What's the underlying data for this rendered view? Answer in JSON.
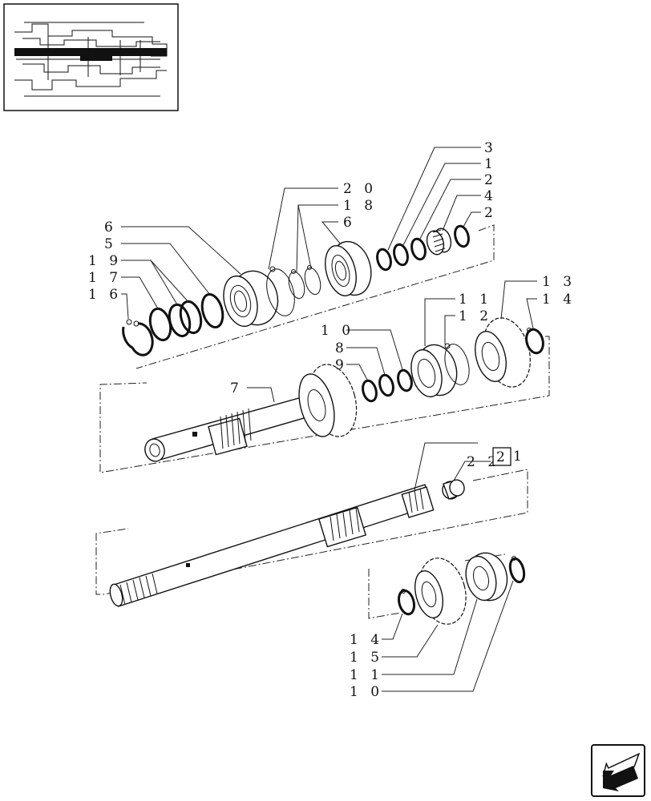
{
  "callouts": {
    "c3": "3",
    "c1": "1",
    "c2a": "2",
    "c4": "4",
    "c2b": "2",
    "c20": "2 0",
    "c18": "1 8",
    "c6a": "6",
    "c6b": "6",
    "c5": "5",
    "c19": "1 9",
    "c17": "1 7",
    "c16": "1 6",
    "c13": "1 3",
    "c14a": "1 4",
    "c11a": "1 1",
    "c12": "1 2",
    "c10a": "1 0",
    "c8": "8",
    "c9": "9",
    "c7": "7",
    "c22": "2 2",
    "c21box": "2",
    "c21one": "1",
    "c14b": "1 4",
    "c15": "1 5",
    "c11b": "1 1",
    "c10b": "1 0"
  },
  "icons": {
    "thumbnail": "gearbox-section-thumbnail",
    "nav": "previous-page-arrow-icon"
  }
}
